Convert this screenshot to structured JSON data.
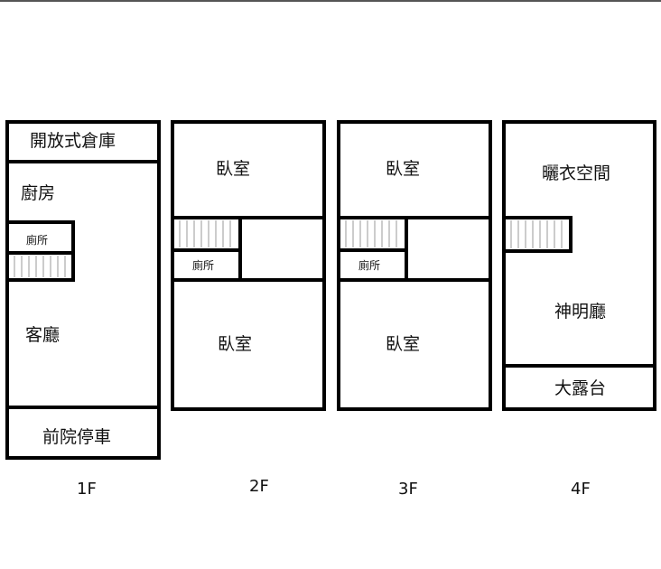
{
  "floors": [
    {
      "label": "1F",
      "rooms": {
        "garage": "開放式倉庫",
        "kitchen": "廚房",
        "toilet": "廁所",
        "living": "客廳",
        "front_yard": "前院停車"
      }
    },
    {
      "label": "2F",
      "rooms": {
        "bedroom_front": "臥室",
        "toilet": "廁所",
        "bedroom_rear": "臥室"
      }
    },
    {
      "label": "3F",
      "rooms": {
        "bedroom_front": "臥室",
        "toilet": "廁所",
        "bedroom_rear": "臥室"
      }
    },
    {
      "label": "4F",
      "rooms": {
        "laundry": "曬衣空間",
        "shrine": "神明廳",
        "terrace": "大露台"
      }
    }
  ]
}
